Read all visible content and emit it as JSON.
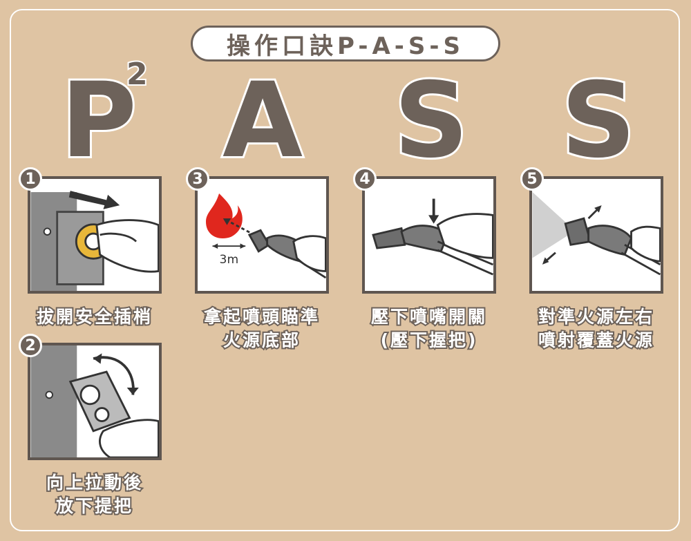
{
  "title": "操作口訣P-A-S-S",
  "letters": [
    "P",
    "A",
    "S",
    "S"
  ],
  "superscript": "2",
  "steps": [
    {
      "num": "1",
      "caption_line1": "拔開安全插梢",
      "caption_line2": ""
    },
    {
      "num": "2",
      "caption_line1": "向上拉動後",
      "caption_line2": "放下提把"
    },
    {
      "num": "3",
      "caption_line1": "拿起噴頭瞄準",
      "caption_line2": "火源底部",
      "distance_label": "3m"
    },
    {
      "num": "4",
      "caption_line1": "壓下噴嘴開關",
      "caption_line2": "(壓下握把)"
    },
    {
      "num": "5",
      "caption_line1": "對準火源左右",
      "caption_line2": "噴射覆蓋火源"
    }
  ],
  "colors": {
    "background": "#dfc4a3",
    "accent": "#6d625a",
    "fire": "#e0271e",
    "pin": "#e8b73a"
  }
}
